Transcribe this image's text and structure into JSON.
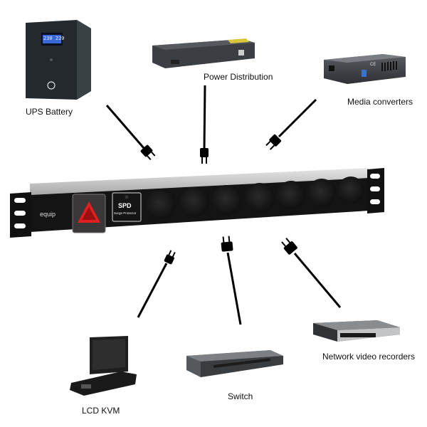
{
  "devices": {
    "ups": {
      "label": "UPS Battery",
      "lcd_text": "230 220"
    },
    "pdu": {
      "label": "Power Distribution"
    },
    "media": {
      "label": "Media converters",
      "mark": "CE"
    },
    "kvm": {
      "label": "LCD KVM"
    },
    "switch": {
      "label": "Switch"
    },
    "nvr": {
      "label": "Network video recorders"
    }
  },
  "power_strip": {
    "brand": "equip",
    "spd_title": "SPD",
    "spd_subtitle": "Surge Protector",
    "switch_color": "#e02020",
    "socket_count": 7
  },
  "colors": {
    "cable": "#000000",
    "chassis": "#1c1c1c",
    "rail": "#c8c8c8"
  }
}
